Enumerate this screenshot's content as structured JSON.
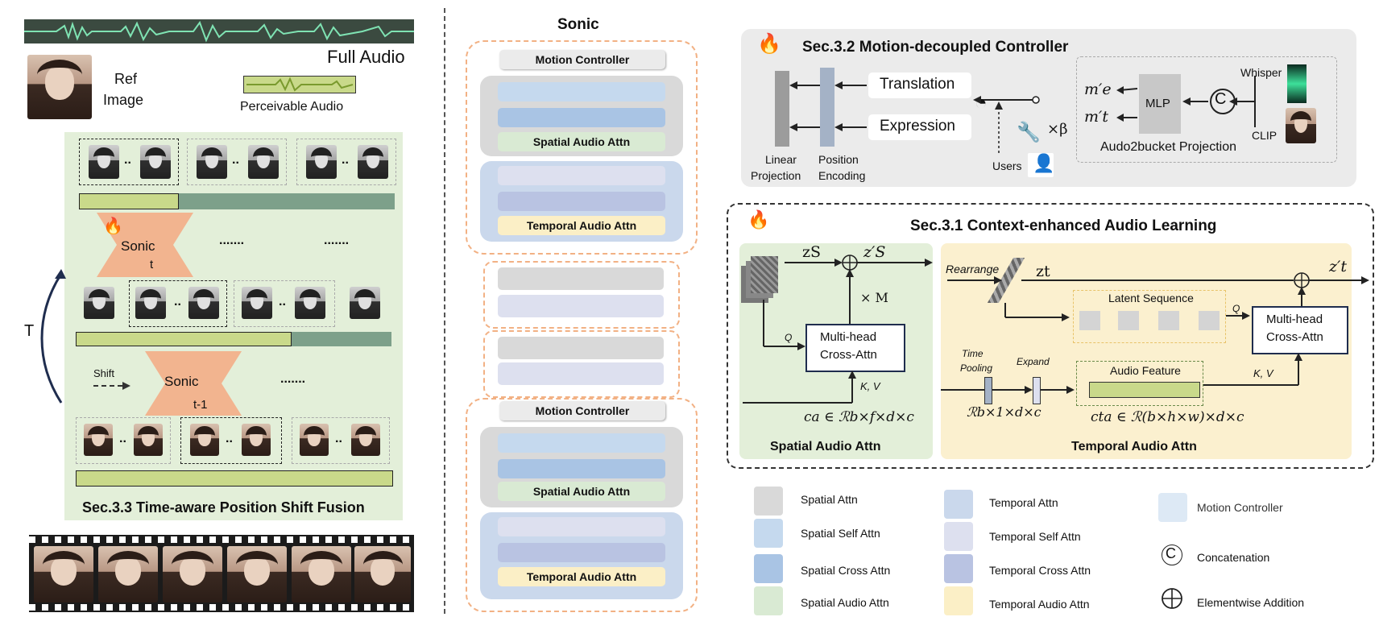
{
  "left": {
    "full_audio": "Full Audio",
    "ref_line1": "Ref",
    "ref_line2": "Image",
    "perceivable_audio": "Perceivable Audio",
    "dots": "..",
    "ellipsis": ".......",
    "sonic_t_top": "Sonic",
    "sonic_t_bottom": "t",
    "sonic_t1_top": "Sonic",
    "sonic_t1_bottom": "t-1",
    "t_label": "T",
    "shift": "Shift",
    "section_title": "Sec.3.3 Time-aware Position Shift Fusion"
  },
  "middle": {
    "title": "Sonic",
    "motion_controller": "Motion Controller",
    "spatial_audio_attn": "Spatial Audio Attn",
    "temporal_audio_attn": "Temporal Audio Attn"
  },
  "top_right": {
    "title": "Sec.3.2 Motion-decoupled Controller",
    "translation": "Translation",
    "expression": "Expression",
    "linear_projection_1": "Linear",
    "linear_projection_2": "Projection",
    "position_encoding_1": "Position",
    "position_encoding_2": "Encoding",
    "users": "Users",
    "times_beta": "×β",
    "m_e": "m′e",
    "m_t": "m′t",
    "mlp": "MLP",
    "concat_symbol": "C",
    "whisper": "Whisper",
    "clip": "CLIP",
    "projection": "Audo2bucket Projection"
  },
  "bottom_right": {
    "title": "Sec.3.1 Context-enhanced Audio Learning",
    "z_s": "zS",
    "z_s_prime": "z′S",
    "times_m": "× M",
    "q": "Q",
    "kv": "K, V",
    "multihead_1": "Multi-head",
    "multihead_2": "Cross-Attn",
    "c_a": "ca ∈ ℛb×f×d×c",
    "spatial_title": "Spatial Audio Attn",
    "rearrange": "Rearrange",
    "z_t": "zt",
    "z_t_prime": "z′t",
    "latent_sequence": "Latent Sequence",
    "time_pooling_1": "Time",
    "time_pooling_2": "Pooling",
    "expand": "Expand",
    "audio_feature": "Audio Feature",
    "r_b1dc": "ℛb×1×d×c",
    "c_ta": "cta ∈ ℛ(b×h×w)×d×c",
    "temporal_title": "Temporal Audio Attn"
  },
  "legend": [
    {
      "label": "Spatial Attn",
      "color": "#d9d9d9"
    },
    {
      "label": "Spatial Self Attn",
      "color": "#c5d9ee"
    },
    {
      "label": "Spatial Cross Attn",
      "color": "#a9c4e4"
    },
    {
      "label": "Spatial Audio Attn",
      "color": "#d9ead3"
    },
    {
      "label": "Temporal Attn",
      "color": "#cad8ec"
    },
    {
      "label": "Temporal Self Attn",
      "color": "#dde0ef"
    },
    {
      "label": "Temporal Cross Attn",
      "color": "#b9c3e2"
    },
    {
      "label": "Temporal Audio Attn",
      "color": "#fbefc6"
    },
    {
      "label": "Motion Controller",
      "color": "#dde9f5"
    },
    {
      "label": "Concatenation",
      "color": ""
    },
    {
      "label": "Elementwise Addition",
      "color": ""
    }
  ],
  "colors": {
    "green_panel": "#e3efd9",
    "yellow_panel": "#fbf0cf",
    "orange_dash": "#f2b184",
    "navy": "#1f2d4e",
    "salmon": "#f2b48f"
  }
}
